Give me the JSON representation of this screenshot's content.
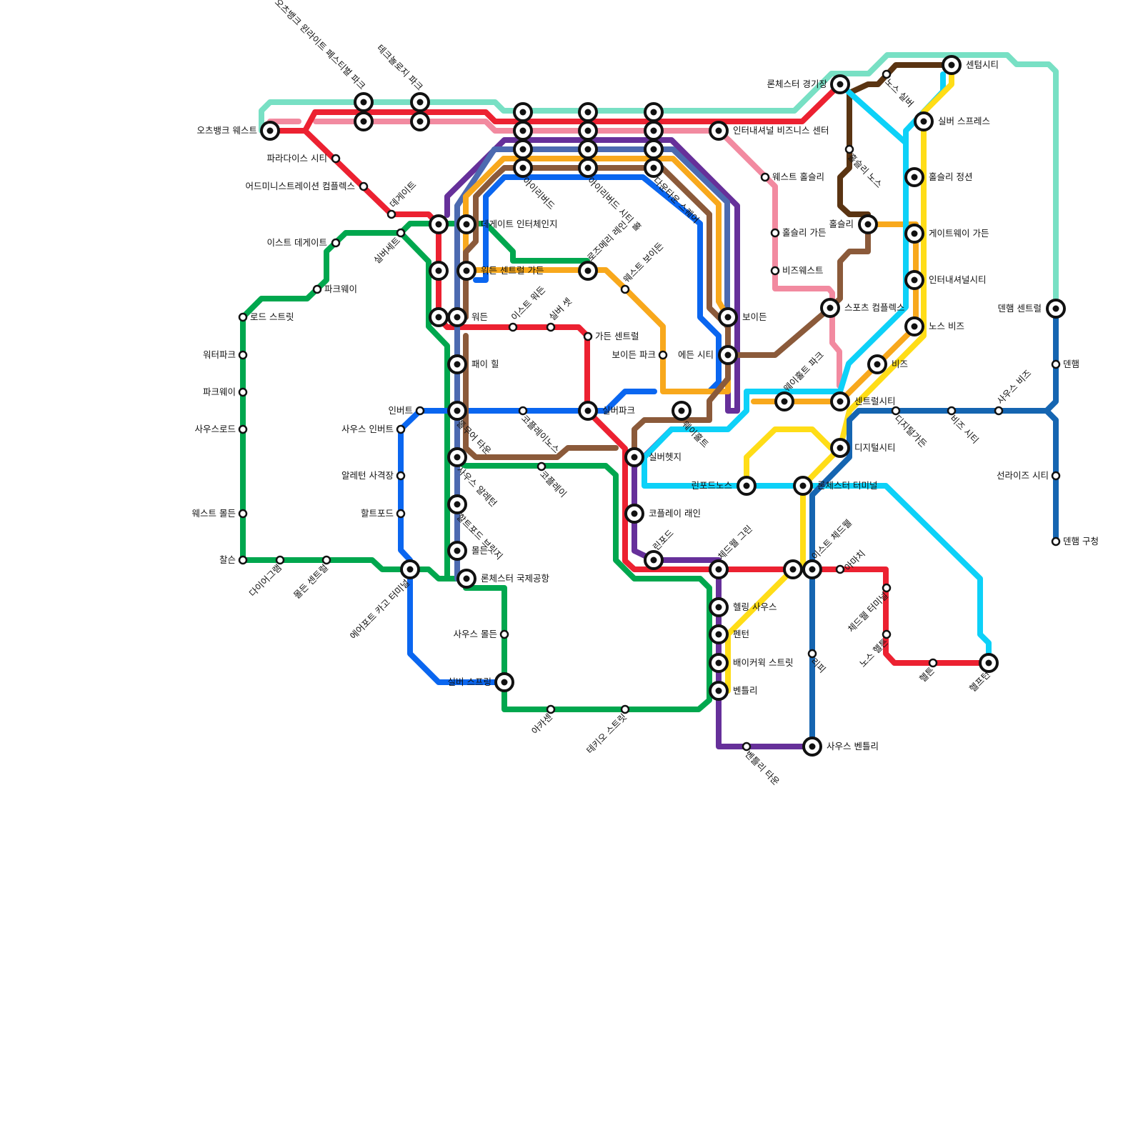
{
  "colors": {
    "mint": "#78e0c4",
    "pink": "#f28aa0",
    "red": "#ec2131",
    "green": "#00a74e",
    "blue": "#0a66f0",
    "purple": "#66309a",
    "steel": "#4c6ab0",
    "orange": "#f8a81c",
    "brown": "#8b5a3a",
    "darkbrown": "#5a3412",
    "cyan": "#0dd1f8",
    "yellow": "#ffdd17",
    "navy": "#1565b1"
  },
  "lines": [
    {
      "id": "mint",
      "color": "mint"
    },
    {
      "id": "pink",
      "color": "pink"
    },
    {
      "id": "red",
      "color": "red"
    },
    {
      "id": "green",
      "color": "green"
    },
    {
      "id": "blue",
      "color": "blue"
    },
    {
      "id": "purple",
      "color": "purple"
    },
    {
      "id": "steel",
      "color": "steel"
    },
    {
      "id": "orange",
      "color": "orange"
    },
    {
      "id": "brown",
      "color": "brown"
    },
    {
      "id": "darkbrown",
      "color": "darkbrown"
    },
    {
      "id": "cyan",
      "color": "cyan"
    },
    {
      "id": "yellow",
      "color": "yellow"
    },
    {
      "id": "navy",
      "color": "navy"
    }
  ],
  "stations": [
    {
      "id": "och-west",
      "name": "오츠뱅크 웨스트",
      "type": "interchange"
    },
    {
      "id": "och-fest",
      "name": "오츠뱅크 윈라이트 페스티벌 파크",
      "type": "interchange"
    },
    {
      "id": "techno",
      "name": "테크놀로지 파크",
      "type": "interchange"
    },
    {
      "id": "paradise",
      "name": "파라다이스 시티",
      "type": "station"
    },
    {
      "id": "admin",
      "name": "어드미니스트레이션 컴플렉스",
      "type": "station"
    },
    {
      "id": "deg",
      "name": "데게이트",
      "type": "station"
    },
    {
      "id": "silverset",
      "name": "실버세트",
      "type": "station"
    },
    {
      "id": "eastdeg",
      "name": "이스트 데게이트",
      "type": "station"
    },
    {
      "id": "parkway1",
      "name": "파크웨이",
      "type": "station"
    },
    {
      "id": "road",
      "name": "로드 스트릿",
      "type": "station"
    },
    {
      "id": "waterpark",
      "name": "워터파크",
      "type": "station"
    },
    {
      "id": "parkway2",
      "name": "파크웨이",
      "type": "station"
    },
    {
      "id": "southroad",
      "name": "사우스로드",
      "type": "station"
    },
    {
      "id": "westmol",
      "name": "웨스트 몰든",
      "type": "station"
    },
    {
      "id": "chalsn",
      "name": "찰슨",
      "type": "station"
    },
    {
      "id": "diagram",
      "name": "다이어그램",
      "type": "station"
    },
    {
      "id": "molcen",
      "name": "몰든 센트럴",
      "type": "station"
    },
    {
      "id": "airport-cargo",
      "name": "에어포트 카고 터미널",
      "type": "interchange"
    },
    {
      "id": "invert",
      "name": "인버트",
      "type": "station"
    },
    {
      "id": "s-invert",
      "name": "사우스 인버트",
      "type": "station"
    },
    {
      "id": "aleton",
      "name": "알레턴 사격장",
      "type": "station"
    },
    {
      "id": "halt",
      "name": "할트포드",
      "type": "station"
    },
    {
      "id": "deg-ic",
      "name": "데게이트 인터체인지",
      "type": "interchange"
    },
    {
      "id": "wdn-cg",
      "name": "워든 센트럴 가든",
      "type": "interchange"
    },
    {
      "id": "wdn",
      "name": "워든",
      "type": "interchange"
    },
    {
      "id": "payhill",
      "name": "패이 힐",
      "type": "interchange"
    },
    {
      "id": "tower",
      "name": "톨무어 타운",
      "type": "interchange"
    },
    {
      "id": "s-aleton",
      "name": "사우스 알레턴",
      "type": "interchange"
    },
    {
      "id": "halt-bridge",
      "name": "할트포드 브릿지",
      "type": "interchange"
    },
    {
      "id": "moldon",
      "name": "몰든",
      "type": "interchange"
    },
    {
      "id": "lc-airport",
      "name": "론체스터 국제공항",
      "type": "interchange"
    },
    {
      "id": "s-moldon",
      "name": "사우스 몰든",
      "type": "station"
    },
    {
      "id": "silverspring",
      "name": "실버 스프링",
      "type": "interchange"
    },
    {
      "id": "akasen",
      "name": "아카센",
      "type": "station"
    },
    {
      "id": "techost",
      "name": "테키오 스트릿",
      "type": "station"
    },
    {
      "id": "irisbird",
      "name": "아이리버드",
      "type": "interchange"
    },
    {
      "id": "irisbird-city",
      "name": "아이리버드 시티 홀",
      "type": "interchange"
    },
    {
      "id": "downtown",
      "name": "다운타운 스퀘어",
      "type": "interchange"
    },
    {
      "id": "rosemary",
      "name": "로즈메리 레인",
      "type": "interchange"
    },
    {
      "id": "westboyd",
      "name": "웨스트 보이든",
      "type": "station"
    },
    {
      "id": "eastwdn",
      "name": "이스트 워든",
      "type": "station"
    },
    {
      "id": "silverset2",
      "name": "실버 셋",
      "type": "station"
    },
    {
      "id": "gardencen",
      "name": "가든 센트럴",
      "type": "station"
    },
    {
      "id": "boydpark",
      "name": "보이든 파크",
      "type": "station"
    },
    {
      "id": "edencity",
      "name": "에든 시티",
      "type": "interchange"
    },
    {
      "id": "boyd",
      "name": "보이든",
      "type": "interchange"
    },
    {
      "id": "coplane-n",
      "name": "코플레이노스",
      "type": "station"
    },
    {
      "id": "copley",
      "name": "코플레이",
      "type": "station"
    },
    {
      "id": "silverpark",
      "name": "실버파크",
      "type": "interchange"
    },
    {
      "id": "wayholt",
      "name": "웨이홀트",
      "type": "interchange"
    },
    {
      "id": "silverhedge",
      "name": "실버헷지",
      "type": "interchange"
    },
    {
      "id": "coplanelane",
      "name": "코플레이 래인",
      "type": "interchange"
    },
    {
      "id": "rinford",
      "name": "린포드",
      "type": "interchange"
    },
    {
      "id": "intlbiz",
      "name": "인터내셔널 비즈니스 센터",
      "type": "interchange"
    },
    {
      "id": "westhol",
      "name": "웨스트 홀슬리",
      "type": "station"
    },
    {
      "id": "holgarden",
      "name": "홀슬리 가든",
      "type": "station"
    },
    {
      "id": "bizwest",
      "name": "비즈웨스트",
      "type": "station"
    },
    {
      "id": "lc-stadium",
      "name": "론체스터 경기장",
      "type": "interchange"
    },
    {
      "id": "northsilver",
      "name": "노스 실버",
      "type": "station"
    },
    {
      "id": "centumcity",
      "name": "센텀시티",
      "type": "interchange"
    },
    {
      "id": "silverexpress",
      "name": "실버 스프레스",
      "type": "interchange"
    },
    {
      "id": "holslinorth",
      "name": "홀슬리 노스",
      "type": "station"
    },
    {
      "id": "holsli",
      "name": "홀슬리",
      "type": "interchange"
    },
    {
      "id": "holsli-garden2",
      "name": "홀슬리 정션",
      "type": "interchange"
    },
    {
      "id": "gateway",
      "name": "게이트웨이 가든",
      "type": "interchange"
    },
    {
      "id": "intlcity",
      "name": "인터내셔널시티",
      "type": "interchange"
    },
    {
      "id": "northbiz",
      "name": "노스 비즈",
      "type": "interchange"
    },
    {
      "id": "sportscx",
      "name": "스포츠 컴플렉스",
      "type": "interchange"
    },
    {
      "id": "biz",
      "name": "비즈",
      "type": "interchange"
    },
    {
      "id": "wayholtpark",
      "name": "웨이홀트 파크",
      "type": "interchange"
    },
    {
      "id": "centralcity",
      "name": "센트럴시티",
      "type": "interchange"
    },
    {
      "id": "digitalcity",
      "name": "디지털시티",
      "type": "interchange"
    },
    {
      "id": "digitalgarden",
      "name": "디지털가든",
      "type": "station"
    },
    {
      "id": "bizcity",
      "name": "비즈 시티",
      "type": "station"
    },
    {
      "id": "southbiz",
      "name": "사우스 비즈",
      "type": "station"
    },
    {
      "id": "denham-c",
      "name": "덴햄 센트럴",
      "type": "interchange"
    },
    {
      "id": "denham",
      "name": "덴햄",
      "type": "station"
    },
    {
      "id": "sunrise",
      "name": "선라이즈 시티",
      "type": "station"
    },
    {
      "id": "denham-gu",
      "name": "덴햄 구청",
      "type": "station"
    },
    {
      "id": "rinford-n",
      "name": "린포드노스",
      "type": "interchange"
    },
    {
      "id": "lc-terminal",
      "name": "론체스터 터미널",
      "type": "interchange"
    },
    {
      "id": "chadwell-g",
      "name": "체드웰 그린",
      "type": "interchange"
    },
    {
      "id": "east-chad",
      "name": "이스트 체드웰",
      "type": "interchange"
    },
    {
      "id": "amachi",
      "name": "아마치",
      "type": "station"
    },
    {
      "id": "helling-s",
      "name": "헬링 사우스",
      "type": "interchange"
    },
    {
      "id": "penton",
      "name": "펜턴",
      "type": "interchange"
    },
    {
      "id": "baker",
      "name": "배이커윅 스트릿",
      "type": "interchange"
    },
    {
      "id": "bently",
      "name": "벤틀리",
      "type": "interchange"
    },
    {
      "id": "bently-town",
      "name": "벤틀리 타운",
      "type": "station"
    },
    {
      "id": "s-bently",
      "name": "사우스 벤틀리",
      "type": "interchange"
    },
    {
      "id": "chad-term",
      "name": "체드웰 터미널",
      "type": "station"
    },
    {
      "id": "north-hel",
      "name": "노스 헬튼",
      "type": "station"
    },
    {
      "id": "helton",
      "name": "헬튼",
      "type": "station"
    },
    {
      "id": "helpton",
      "name": "헬프턴",
      "type": "interchange"
    },
    {
      "id": "ripi",
      "name": "리피",
      "type": "station"
    }
  ]
}
